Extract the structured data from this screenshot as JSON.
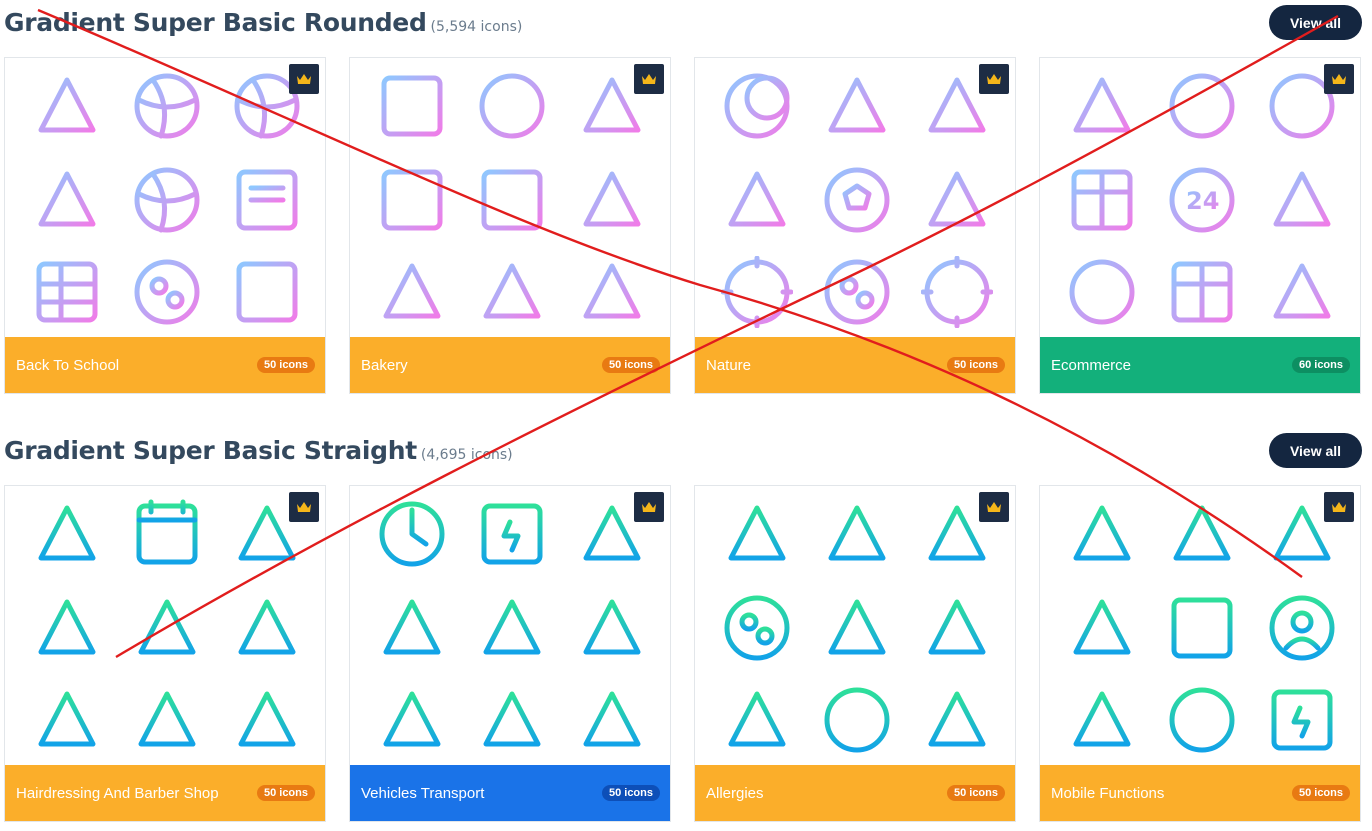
{
  "colors": {
    "orange": "#fbae2a",
    "green": "#13b07b",
    "blue": "#1a73e8",
    "navy": "#142640",
    "crown": "#f5b61a",
    "red_mark": "#e11d1d"
  },
  "sections": [
    {
      "title": "Gradient Super Basic Rounded",
      "count": "(5,594 icons)",
      "view_all": "View all",
      "gradient": [
        "#8ec8ff",
        "#f07ce8"
      ],
      "cards": [
        {
          "name": "Back To School",
          "badge": "50 icons",
          "color": "orange",
          "icons": [
            "map-icon",
            "ball-icon",
            "planet-icon",
            "graduation-cap-icon",
            "soccer-ball-icon",
            "book-icon",
            "table-icon",
            "flower-icon",
            "school-icon"
          ]
        },
        {
          "name": "Bakery",
          "badge": "50 icons",
          "color": "orange",
          "icons": [
            "box-icon",
            "eggs-icon",
            "bowl-icon",
            "milk-carton-icon",
            "shop-icon",
            "spoons-icon",
            "piping-bag-icon",
            "cake-icon",
            "scale-icon"
          ]
        },
        {
          "name": "Nature",
          "badge": "50 icons",
          "color": "orange",
          "icons": [
            "moon-icon",
            "lotus-icon",
            "snowflake-icon",
            "wind-icon",
            "gem-icon",
            "rainbow-icon",
            "sunset-icon",
            "flower-bush-icon",
            "sun-icon"
          ]
        },
        {
          "name": "Ecommerce",
          "badge": "60 icons",
          "color": "green",
          "icons": [
            "shapes-icon",
            "badge-check-icon",
            "badge-star-icon",
            "gift-icon",
            "24-hours-icon",
            "delivery-truck-icon",
            "ok-badge-icon",
            "shopping-bag-icon",
            "exchange-icon"
          ]
        }
      ]
    },
    {
      "title": "Gradient Super Basic Straight",
      "count": "(4,695 icons)",
      "view_all": "View all",
      "gradient": [
        "#2ee09a",
        "#12a3e8"
      ],
      "cards": [
        {
          "name": "Hairdressing And Barber Shop",
          "badge": "50 icons",
          "color": "orange",
          "icons": [
            "scissors-icon",
            "calendar-scissors-icon",
            "tweezers-icon",
            "comb-icon",
            "head-icon",
            "fan-brush-icon",
            "clip-icon",
            "haircut-icon",
            "mirror-icon"
          ]
        },
        {
          "name": "Vehicles Transport",
          "badge": "50 icons",
          "color": "blue",
          "icons": [
            "speedometer-icon",
            "battery-icon",
            "plug-icon",
            "car-icon",
            "helmet-icon",
            "electric-bike-icon",
            "headlight-icon",
            "engine-icon",
            "timing-belt-icon"
          ]
        },
        {
          "name": "Allergies",
          "badge": "50 icons",
          "color": "orange",
          "icons": [
            "mask-icon",
            "cubes-icon",
            "person-icon",
            "cookie-icon",
            "flask-icon",
            "test-tube-icon",
            "fish-icon",
            "lemon-icon",
            "hand-rash-icon"
          ]
        },
        {
          "name": "Mobile Functions",
          "badge": "50 icons",
          "color": "orange",
          "icons": [
            "download-gear-icon",
            "signal-icon",
            "no-signal-icon",
            "upload-gear-icon",
            "code-phone-icon",
            "add-user-icon",
            "call-transfer-icon",
            "chat-icon",
            "battery-charging-icon"
          ]
        }
      ]
    }
  ]
}
